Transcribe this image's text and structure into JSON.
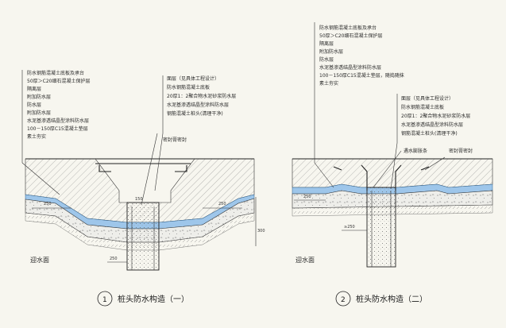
{
  "fig1": {
    "left_labels": [
      "防水钢筋混凝土底板及承台",
      "50厚＞C20细石混凝土保护层",
      "隔离层",
      "附加防水层",
      "防水层",
      "附加防水层",
      "水泥基渗透结晶型涂料防水层",
      "100－150厚C15混凝土垫层",
      "素土夯实"
    ],
    "right_labels": [
      "面层（见具体工程设计）",
      "防水钢筋混凝土底板",
      "20厚1：2聚合物水泥砂浆防水层",
      "水泥基渗透结晶型涂料防水层",
      "钢筋混凝土桩头(清理干净)"
    ],
    "sealant_label": "密封膏密封",
    "water_face": "迎水面",
    "dims": [
      "250",
      "150",
      "250",
      "300",
      "250"
    ],
    "caption_num": "1",
    "caption": "桩头防水构造（一）"
  },
  "fig2": {
    "top_labels": [
      "防水钢筋混凝土底板及承台",
      "50厚＞C20细石混凝土保护层",
      "隔离层",
      "附加防水层",
      "防水层",
      "水泥基渗透结晶型涂料防水层",
      "100－150厚C15混凝土垫层，随捣随抹",
      "素土夯实"
    ],
    "right_labels": [
      "面层（见具体工程设计）",
      "防水钢筋混凝土底板",
      "20厚1：2聚合物水泥砂浆防水层",
      "水泥基渗透结晶型涂料防水层",
      "钢筋混凝土桩头(清理干净)"
    ],
    "swell_label": "遇水膨胀条",
    "sealant_label": "密封膏密封",
    "water_face": "迎水面",
    "dims": [
      "250",
      "≥250"
    ],
    "caption_num": "2",
    "caption": "桩头防水构造（二）"
  }
}
